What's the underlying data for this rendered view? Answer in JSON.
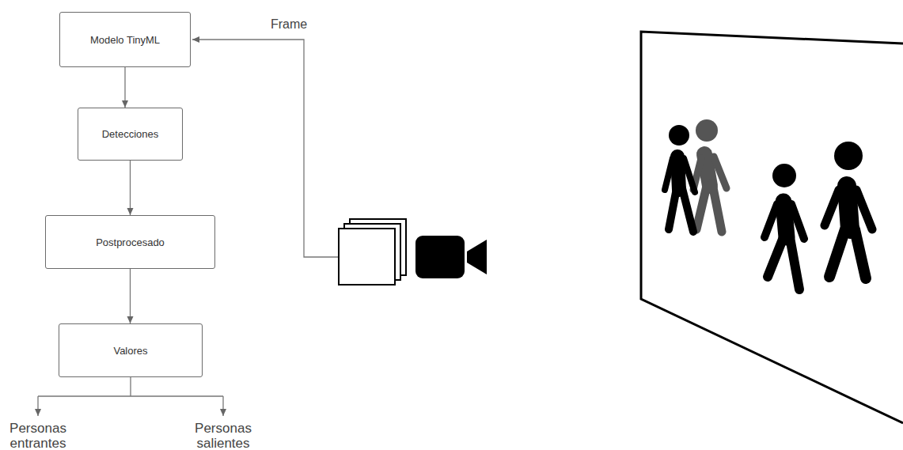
{
  "diagram": {
    "nodes": [
      {
        "text": [
          "Modelo TinyML"
        ]
      },
      {
        "text": [
          "Detecciones"
        ]
      },
      {
        "text": [
          "Postprocesado"
        ]
      },
      {
        "text": [
          "Valores"
        ]
      }
    ],
    "edges": [
      {
        "from": 0,
        "to": 1,
        "arrow": "to"
      },
      {
        "from": 1,
        "to": 2,
        "arrow": "to"
      },
      {
        "from": 2,
        "to": 3,
        "arrow": "to"
      }
    ],
    "labels": [
      "Frame",
      "Personas entrantes",
      "Personas salientes"
    ]
  }
}
